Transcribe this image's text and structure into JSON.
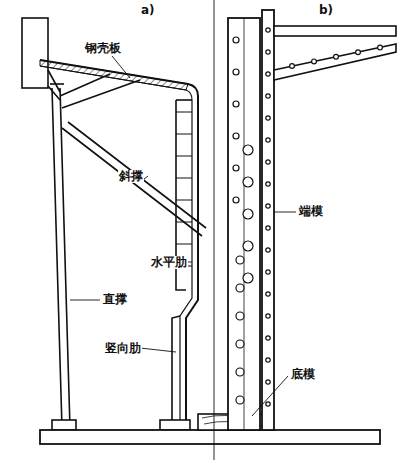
{
  "diagram": {
    "labels": [
      "a)",
      "b)",
      "钢壳板",
      "斜撑",
      "水平肋",
      "直撑",
      "竖向肋",
      "端模",
      "底模"
    ]
  }
}
